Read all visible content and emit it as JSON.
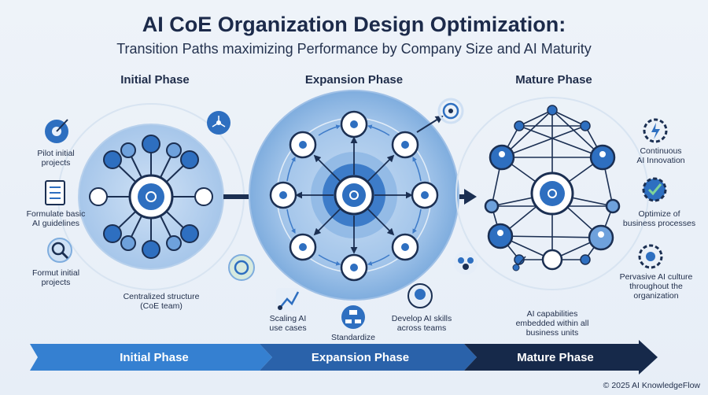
{
  "title": "AI CoE Organization Design Optimization:",
  "subtitle": "Transition Paths maximizing Performance by Company Size and AI Maturity",
  "phases": {
    "initial": "Initial Phase",
    "expansion": "Expansion Phase",
    "mature": "Mature Phase"
  },
  "initial_labels": {
    "pilot": "Pilot initial\nprojects",
    "guidelines": "Formulate basic\nAI guidelines",
    "format": "Formut initial\nprojects",
    "structure": "Centralized structure\n(CoE team)"
  },
  "expansion_labels": {
    "scaling": "Scaling AI\nuse cases",
    "standardize": "Standardize",
    "skills": "Develop AI skills\nacross teams"
  },
  "mature_labels": {
    "innovation": "Continuous\nAI Innovation",
    "optimize": "Optimize of\nbusiness processes",
    "culture": "Pervasive AI culture\nthroughout the\norganization",
    "embedded": "AI capabilities\nembedded within all\nbusiness units"
  },
  "bottom_bar": {
    "initial": "Initial Phase",
    "expansion": "Expansion Phase",
    "mature": "Mature Phase"
  },
  "copyright": "© 2025 AI KnowledgeFlow",
  "colors": {
    "dark_navy": "#1b2f52",
    "mid_blue": "#3f7cc9",
    "light_blue": "#a9c8ea",
    "accent": "#2f6fbf",
    "bar_light": "#2f7bd0",
    "bar_dark": "#1b3358"
  }
}
